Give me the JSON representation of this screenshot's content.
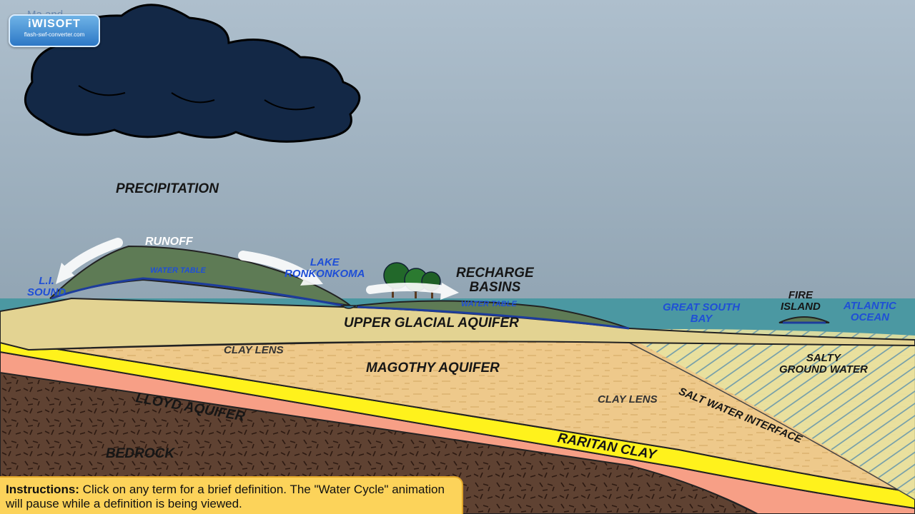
{
  "background_title": "Ma     and",
  "watermark": {
    "brand": "iWISOFT",
    "url": "flash-swf-converter.com"
  },
  "labels": {
    "precipitation": "PRECIPITATION",
    "runoff": "RUNOFF",
    "water_table_1": "WATER TABLE",
    "water_table_2": "WATER TABLE",
    "li_sound": "L.I.\nSOUND",
    "lake": "LAKE\nRONKONKOMA",
    "recharge": "RECHARGE\nBASINS",
    "upper_glacial": "UPPER GLACIAL AQUIFER",
    "great_south_bay": "GREAT SOUTH\nBAY",
    "fire_island": "FIRE\nISLAND",
    "atlantic": "ATLANTIC\nOCEAN",
    "clay_lens_1": "CLAY LENS",
    "clay_lens_2": "CLAY LENS",
    "magothy": "MAGOTHY AQUIFER",
    "salty": "SALTY\nGROUND WATER",
    "salt_interface": "SALT WATER INTERFACE",
    "lloyd": "LLOYD AQUIFER",
    "raritan": "RARITAN CLAY",
    "bedrock": "BEDROCK"
  },
  "instructions": {
    "heading": "Instructions:",
    "text": " Click on any term for a brief definition. The \"Water Cycle\" animation will pause while a definition is being viewed."
  },
  "colors": {
    "sky_top": "#a9bac9",
    "sky_bottom": "#7f95a5",
    "cloud": "#132846",
    "hill": "#5e7b55",
    "upper_glacial": "#e3d392",
    "magothy": "#eec98b",
    "raritan": "#fff21c",
    "lloyd": "#f79f86",
    "bedrock": "#5f4232",
    "water": "#4b98a2",
    "instructions_bg": "#fcd35a"
  }
}
